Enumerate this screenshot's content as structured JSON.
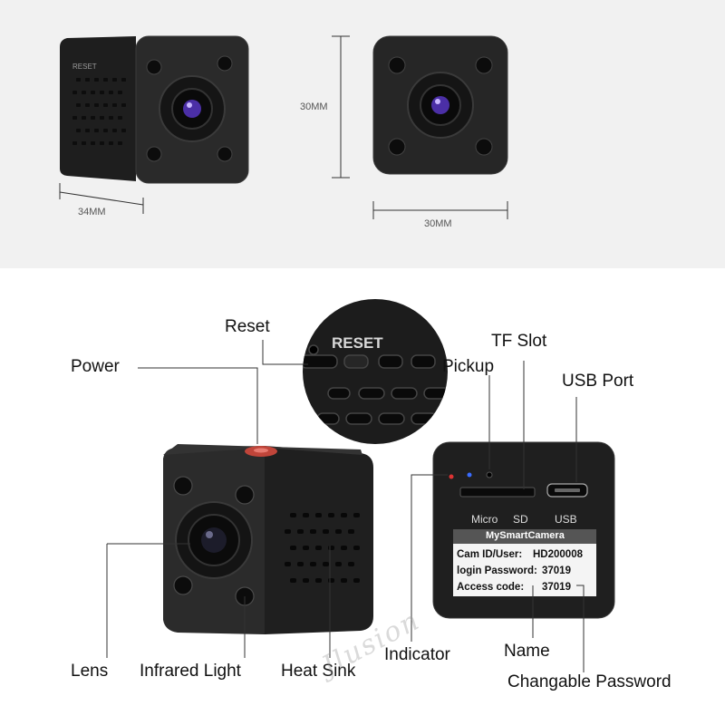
{
  "dimensions": {
    "width_label": "34MM",
    "height_label": "30MM",
    "depth_label": "30MM"
  },
  "device": {
    "reset_engraving": "RESET",
    "reset_zoom_text": "RESET",
    "port_micro_label": "Micro",
    "port_sd_label": "SD",
    "port_usb_label": "USB"
  },
  "sticker": {
    "brand": "MySmartCamera",
    "rows": [
      {
        "key": "Cam ID/User:",
        "value": "HD200008"
      },
      {
        "key": "login Password:",
        "value": "37019"
      },
      {
        "key": "Access code:",
        "value": "37019"
      }
    ]
  },
  "callouts": {
    "reset": "Reset",
    "power": "Power",
    "tf_slot": "TF Slot",
    "pickup": "Pickup",
    "usb_port": "USB Port",
    "lens": "Lens",
    "infrared_light": "Infrared Light",
    "heat_sink": "Heat Sink",
    "indicator": "Indicator",
    "name": "Name",
    "changable_password": "Changable Password"
  },
  "watermark": "Jlusion",
  "colors": {
    "camera_body": "#242424",
    "top_background": "#f1f1f1",
    "lens_accent": "#7a5cff",
    "power_button": "#c0453a"
  }
}
